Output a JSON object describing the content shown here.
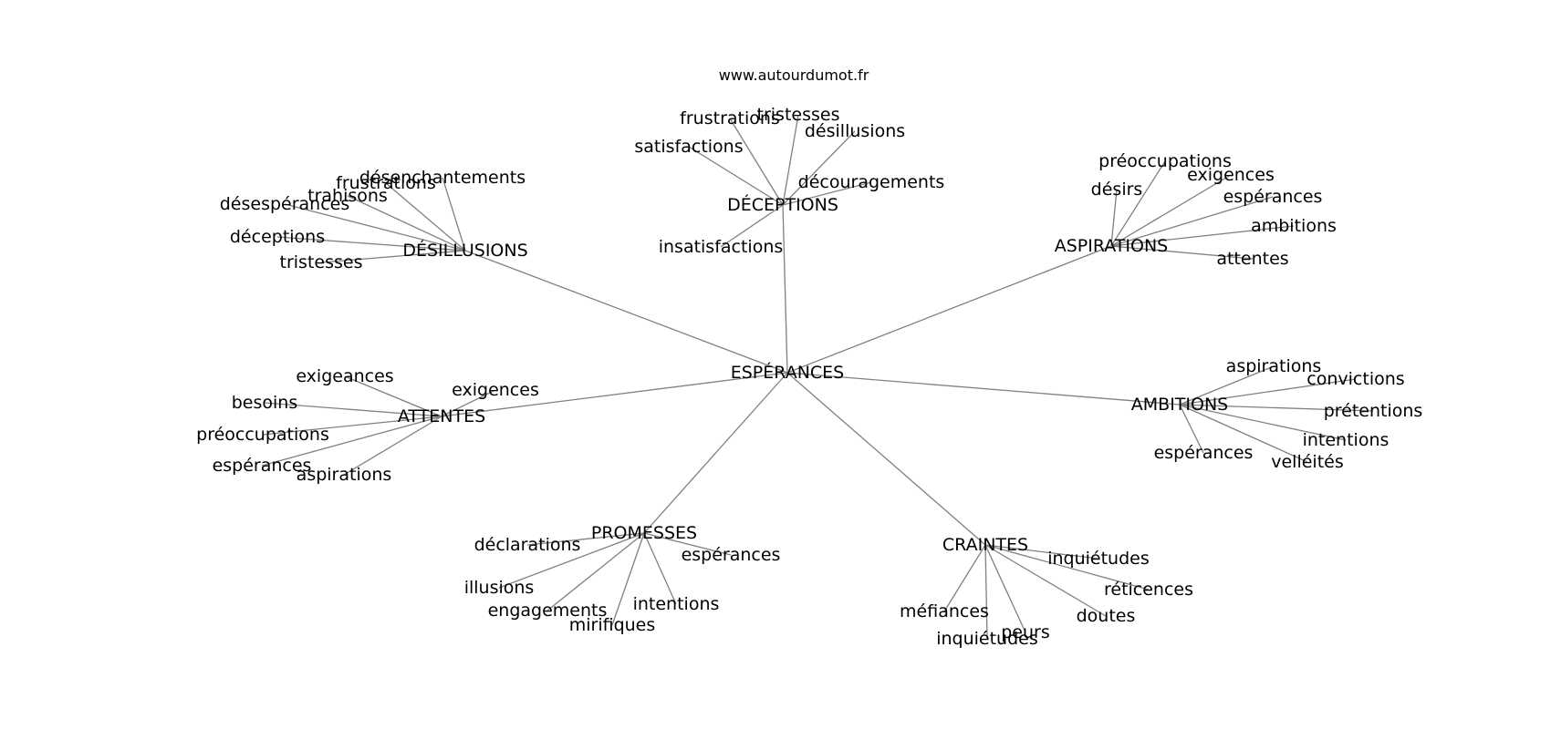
{
  "source_label": "www.autourdumot.fr",
  "center": "ESPÉRANCES",
  "groups": [
    {
      "id": "desillusions",
      "label": "DÉSILLUSIONS",
      "children": [
        "frustrations",
        "désenchantements",
        "trahisons",
        "désespérances",
        "déceptions",
        "tristesses"
      ]
    },
    {
      "id": "deceptions",
      "label": "DÉCEPTIONS",
      "children": [
        "frustrations",
        "tristesses",
        "désillusions",
        "satisfactions",
        "découragements",
        "insatisfactions"
      ]
    },
    {
      "id": "aspirations",
      "label": "ASPIRATIONS",
      "children": [
        "préoccupations",
        "désirs",
        "exigences",
        "espérances",
        "ambitions",
        "attentes"
      ]
    },
    {
      "id": "attentes",
      "label": "ATTENTES",
      "children": [
        "exigeances",
        "exigences",
        "besoins",
        "préoccupations",
        "espérances",
        "aspirations"
      ]
    },
    {
      "id": "ambitions",
      "label": "AMBITIONS",
      "children": [
        "aspirations",
        "convictions",
        "prétentions",
        "intentions",
        "espérances",
        "velléités"
      ]
    },
    {
      "id": "promesses",
      "label": "PROMESSES",
      "children": [
        "déclarations",
        "espérances",
        "illusions",
        "engagements",
        "intentions",
        "mirifiques"
      ]
    },
    {
      "id": "craintes",
      "label": "CRAINTES",
      "children": [
        "inquiétudes",
        "réticences",
        "doutes",
        "méfiances",
        "peurs",
        "inquiétudes"
      ]
    }
  ]
}
